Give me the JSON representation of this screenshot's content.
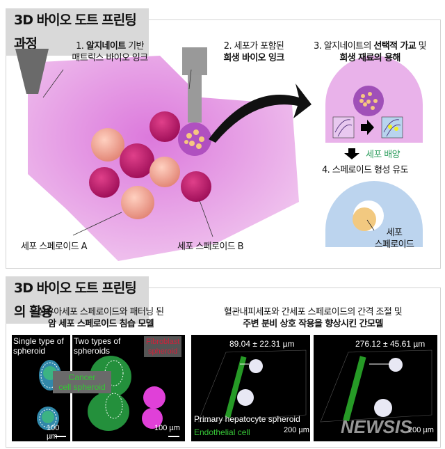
{
  "section1": {
    "title": "3D 바이오 도트 프린팅 과정",
    "step1": {
      "prefix": "1. ",
      "bold": "알지네이트",
      "suffix": " 기반",
      "line2": "매트릭스 바이오 잉크"
    },
    "step2": {
      "line1": "2. 세포가 포함된",
      "line2": "희생 바이오 잉크"
    },
    "step3": {
      "prefix": "3. 알지네이트의 ",
      "bold1": "선택적 가교",
      "mid": " 및",
      "line2": "희생 재료의 용해"
    },
    "culture": "세포 배양",
    "step4": "4. 스페로이드 형성 유도",
    "spheroid_label": {
      "line1": "세포",
      "line2": "스페로이드"
    },
    "spheroid_a": "세포 스페로이드 A",
    "spheroid_b": "세포 스페로이드 B"
  },
  "section2": {
    "title": "3D 바이오 도트 프린팅의 활용",
    "left_caption": {
      "line1": "섬유아세포 스페로이드와 패터닝 된",
      "line2": "암 세포 스페로이드 침습 모델"
    },
    "right_caption": {
      "line1": "혈관내피세포와 간세포 스페로이드의 간격 조절 및",
      "line2": "주변 분비 상호 작용을 향상시킨 간모델"
    },
    "image1": {
      "label_line1": "Single type of",
      "label_line2": "spheroid",
      "scale": "100 µm"
    },
    "image2": {
      "label_line1": "Two types of",
      "label_line2": "spheroids",
      "fibro_line1": "Fibroblast",
      "fibro_line2": "spheroid",
      "scale": "100 µm"
    },
    "cancer_label": {
      "line1": "Cancer",
      "line2": "cell spheroid"
    },
    "image3": {
      "distance": "89.04 ± 22.31 µm",
      "hepatocyte": "Primary hepatocyte spheroid",
      "endothelial": "Endothelial cell",
      "scale": "200 µm"
    },
    "image4": {
      "distance": "276.12 ± 45.61 µm",
      "scale": "200 µm"
    },
    "watermark": "NEWSIS"
  },
  "colors": {
    "matrix": "#e9a6e6",
    "culture_text": "#2e9e5e",
    "green": "#37c837",
    "fibroblast_red": "#d0203a"
  }
}
